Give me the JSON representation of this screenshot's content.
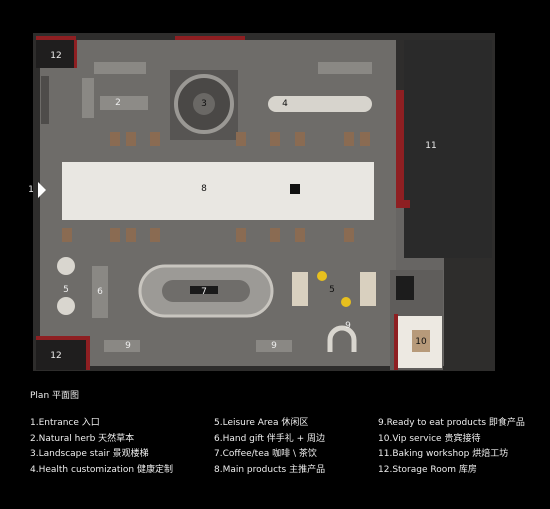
{
  "plan": {
    "labels": {
      "n1": "1",
      "n2": "2",
      "n3": "3",
      "n4": "4",
      "n5": "5",
      "n6": "6",
      "n7": "7",
      "n8": "8",
      "n9a": "9",
      "n9b": "9",
      "n9c": "9",
      "n10": "10",
      "n11": "11",
      "n12a": "12",
      "n12b": "12"
    },
    "colors": {
      "floor": "#6e6c69",
      "wall": "#3a3938",
      "accent_red": "#8e1f22",
      "counter": "#e9e7e2",
      "vip_floor": "#ede9e2",
      "yellow_seat": "#e8c01e"
    }
  },
  "legend": {
    "title": "Plan 平面图",
    "col1": [
      "1.Entrance 入口",
      "2.Natural herb 天然草本",
      "3.Landscape stair 景观楼梯",
      "4.Health customization 健康定制"
    ],
    "col2": [
      "5.Leisure Area 休闲区",
      "6.Hand gift 伴手礼 + 周边",
      "7.Coffee/tea 咖啡 \\ 茶饮",
      "8.Main products 主推产品"
    ],
    "col3": [
      "9.Ready to eat products 即食产品",
      "10.Vip service 贵宾接待",
      "11.Baking workshop 烘焙工坊",
      "12.Storage Room 库房"
    ]
  }
}
